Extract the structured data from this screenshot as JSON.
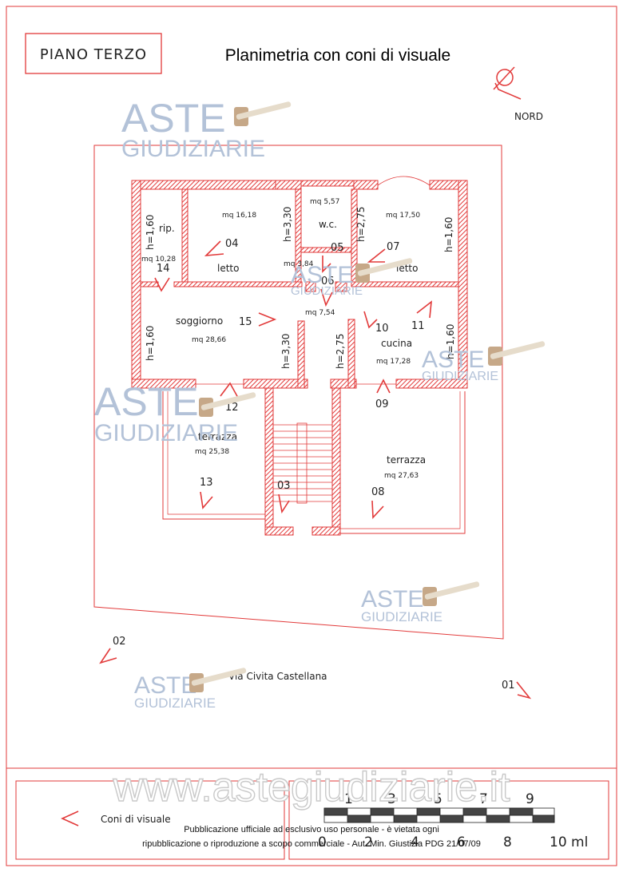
{
  "header": {
    "floor_label": "PIANO TERZO",
    "title": "Planimetria con coni di visuale",
    "north_label": "NORD"
  },
  "rooms": {
    "rip": {
      "name": "rip.",
      "area": "mq 10,28"
    },
    "letto_a": {
      "name": "letto",
      "area": "mq 16,18"
    },
    "wc": {
      "name": "w.c.",
      "area": "mq 5,57"
    },
    "letto_b": {
      "name": "letto",
      "area": "mq 17,50"
    },
    "disimpegno_a": {
      "area": "mq 3,84"
    },
    "disimpegno_b": {
      "area": "mq 7,54"
    },
    "soggiorno": {
      "name": "soggiorno",
      "area": "mq 28,66"
    },
    "cucina": {
      "name": "cucina",
      "area": "mq 17,28"
    },
    "terrazza_a": {
      "name": "terrazza",
      "area": "mq 25,38"
    },
    "terrazza_b": {
      "name": "terrazza",
      "area": "mq 27,63"
    }
  },
  "heights": {
    "rip": "h=1,60",
    "letto_a": "h=3,30",
    "letto_b_left": "h=2,75",
    "letto_b_right": "h=1,60",
    "soggiorno_left": "h=1,60",
    "soggiorno_right": "h=3,30",
    "corridor": "h=2,75",
    "cucina": "h=1,60"
  },
  "view_cones": [
    "01",
    "02",
    "03",
    "04",
    "05",
    "06",
    "07",
    "08",
    "09",
    "10",
    "11",
    "12",
    "13",
    "14",
    "15"
  ],
  "street": "Via Civita Castellana",
  "legend": {
    "label": "Coni di visuale"
  },
  "scale": {
    "top_numbers": [
      "1",
      "3",
      "5",
      "7",
      "9"
    ],
    "bottom_numbers": [
      "0",
      "2",
      "4",
      "6",
      "8",
      "10 ml"
    ]
  },
  "watermark": {
    "word1": "ASTE",
    "word2": "GIUDIZIARIE",
    "url": "www.astegiudiziarie.it"
  },
  "footer": {
    "line1": "Pubblicazione ufficiale ad esclusivo uso personale - è vietata ogni",
    "line2": "ripubblicazione o riproduzione a scopo commerciale - Aut. Min. Giustizia PDG 21/07/09"
  },
  "colors": {
    "wall": "#e23a3a",
    "watermark": "#b3c2d8",
    "line": "#e23a3a"
  }
}
